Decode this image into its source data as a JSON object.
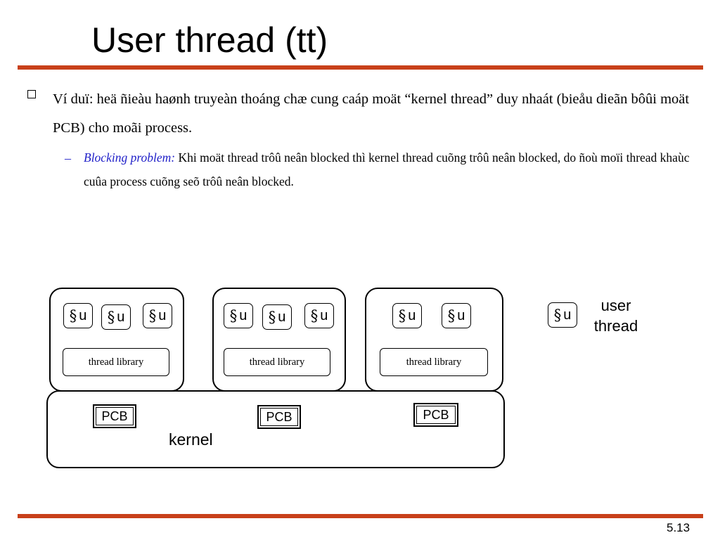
{
  "title": "User thread (tt)",
  "bullet1": "Ví duï: heä ñieàu haønh truyeàn thoáng chæ cung caáp moät “kernel thread” duy nhaát (bieåu dieãn bôûi moät PCB) cho moãi process.",
  "sub_bullet": {
    "dash": "–",
    "emphasis": "Blocking problem:",
    "text": " Khi moät thread trôû neân blocked thì kernel thread cuõng trôû neân blocked, do ñoù moïi thread khaùc cuûa process cuõng seõ trôû neân blocked."
  },
  "diagram": {
    "thread_symbol": "§",
    "thread_letter": "u",
    "thread_library_label": "thread library",
    "pcb_label": "PCB",
    "kernel_label": "kernel",
    "legend_label": "user thread",
    "processes": [
      {
        "threads": 3
      },
      {
        "threads": 3
      },
      {
        "threads": 2
      }
    ]
  },
  "page_number": "5.13"
}
